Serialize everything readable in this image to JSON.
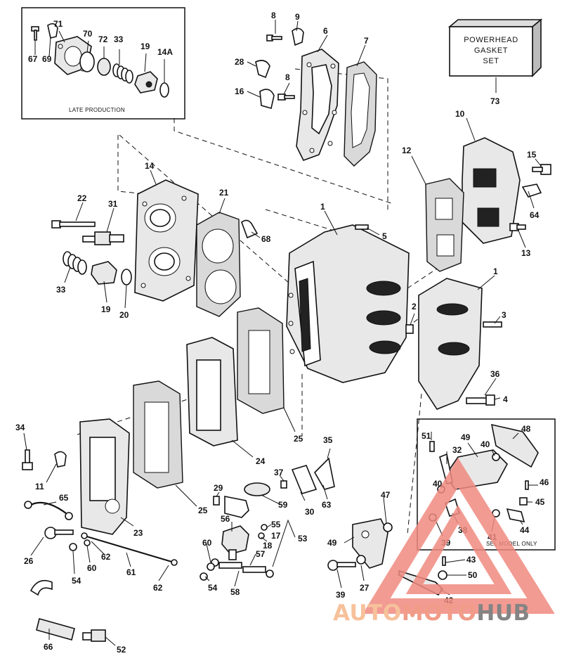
{
  "diagram": {
    "inset_late_production": {
      "caption": "LATE PRODUCTION",
      "callouts": [
        "71",
        "70",
        "72",
        "33",
        "19",
        "14A",
        "69",
        "67"
      ]
    },
    "gasket_set_box": {
      "line1": "POWERHEAD",
      "line2": "GASKET",
      "line3": "SET",
      "callout": "73"
    },
    "sel_model_inset": {
      "caption": "SEL MODEL ONLY",
      "callouts": [
        "51",
        "32",
        "49",
        "40",
        "48",
        "40",
        "46",
        "45",
        "44",
        "41",
        "39",
        "38"
      ]
    },
    "callouts": {
      "c1": "1",
      "c1b": "1",
      "c2": "2",
      "c3": "3",
      "c4": "4",
      "c5": "5",
      "c6": "6",
      "c7": "7",
      "c8a": "8",
      "c8b": "8",
      "c9": "9",
      "c10": "10",
      "c11": "11",
      "c12": "12",
      "c13": "13",
      "c14": "14",
      "c15": "15",
      "c16": "16",
      "c17": "17",
      "c18": "18",
      "c19": "19",
      "c20": "20",
      "c21": "21",
      "c22": "22",
      "c23": "23",
      "c24": "24",
      "c25a": "25",
      "c25b": "25",
      "c26": "26",
      "c27": "27",
      "c28": "28",
      "c29": "29",
      "c30": "30",
      "c31": "31",
      "c33": "33",
      "c34": "34",
      "c35": "35",
      "c36": "36",
      "c37": "37",
      "c39": "39",
      "c42": "42",
      "c43": "43",
      "c47": "47",
      "c49": "49",
      "c50": "50",
      "c52": "52",
      "c53": "53",
      "c54a": "54",
      "c54b": "54",
      "c55": "55",
      "c56": "56",
      "c57": "57",
      "c58": "58",
      "c59": "59",
      "c60a": "60",
      "c60b": "60",
      "c61": "61",
      "c62a": "62",
      "c62b": "62",
      "c63": "63",
      "c64": "64",
      "c65": "65",
      "c66": "66",
      "c68": "68"
    }
  },
  "watermark": {
    "part1": "AUTO",
    "part2": "MOTO",
    "part3": "HUB",
    "colors": {
      "auto": "#f5b78a",
      "moto": "#ee8b74",
      "hub": "#6f6f6f",
      "triangle": "#f08a80"
    }
  }
}
